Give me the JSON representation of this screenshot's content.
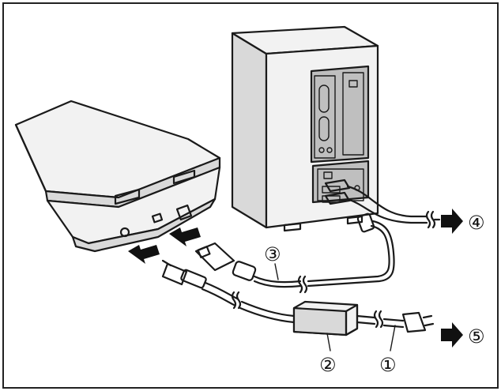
{
  "diagram": {
    "callouts": [
      {
        "id": "1",
        "label": "①",
        "target": "power-cord"
      },
      {
        "id": "2",
        "label": "②",
        "target": "ac-adapter"
      },
      {
        "id": "3",
        "label": "③",
        "target": "usb-cable"
      },
      {
        "id": "4",
        "label": "④",
        "target": "to-computer"
      },
      {
        "id": "5",
        "label": "⑤",
        "target": "to-outlet"
      }
    ]
  }
}
